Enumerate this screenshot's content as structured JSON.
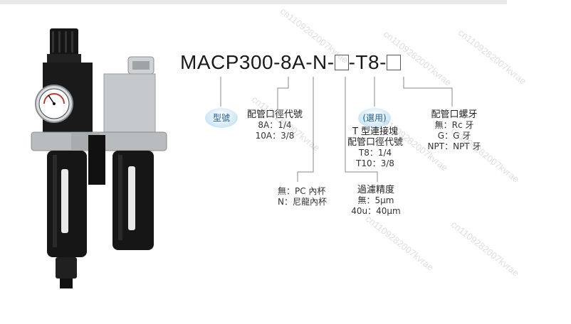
{
  "model_code": {
    "prefix": "MACP300",
    "port": "8A",
    "cup": "N",
    "filter_box": "",
    "connector": "T8",
    "thread_box": ""
  },
  "model_label": "型號",
  "port_size": {
    "title": "配管口徑代號",
    "lines": [
      "8A：1/4",
      "10A：3/8"
    ]
  },
  "cup_type": {
    "lines": [
      "無：PC 內杯",
      "N：尼龍內杯"
    ]
  },
  "filtration": {
    "title": "過濾精度",
    "lines": [
      "無：5μm",
      "40u：40μm"
    ]
  },
  "connector": {
    "badge": "(選用)",
    "title_lines": [
      "T 型連接塊",
      "配管口徑代號"
    ],
    "lines": [
      "T8：1/4",
      "T10：3/8"
    ]
  },
  "thread": {
    "title": "配管口螺牙",
    "lines": [
      "無：Rc 牙",
      "G：G 牙",
      "NPT：NPT 牙"
    ]
  },
  "watermark": "cn1109282007kvrae",
  "colors": {
    "bubble_text": "#1f5c8f",
    "product_body": "#1b1b1b",
    "bracket": "#b9bcbf"
  }
}
